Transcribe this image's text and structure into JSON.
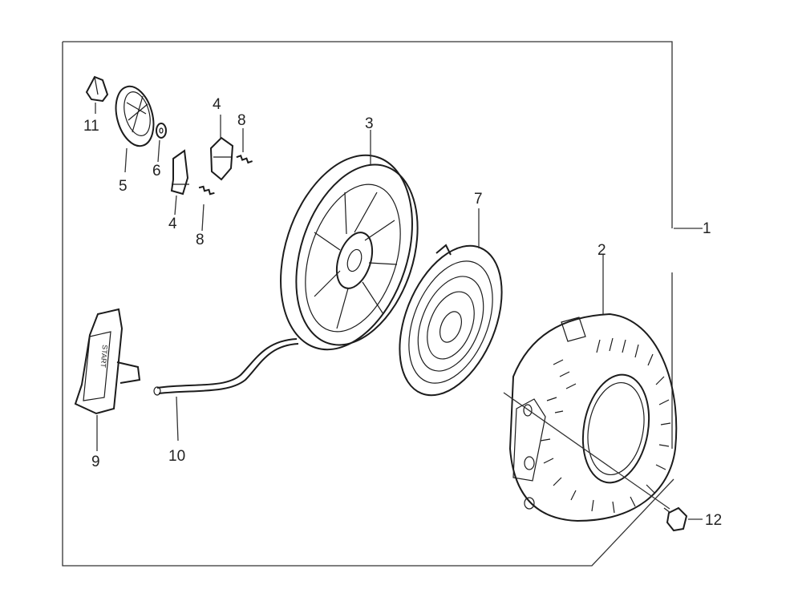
{
  "diagram": {
    "callouts": {
      "c1": "1",
      "c2": "2",
      "c3": "3",
      "c4a": "4",
      "c4b": "4",
      "c5": "5",
      "c6": "6",
      "c7": "7",
      "c8a": "8",
      "c8b": "8",
      "c9": "9",
      "c10": "10",
      "c11": "11",
      "c12": "12"
    },
    "handle_text": "START",
    "colors": {
      "line": "#1c1c1c",
      "background": "#ffffff",
      "frame": "#555555"
    }
  }
}
